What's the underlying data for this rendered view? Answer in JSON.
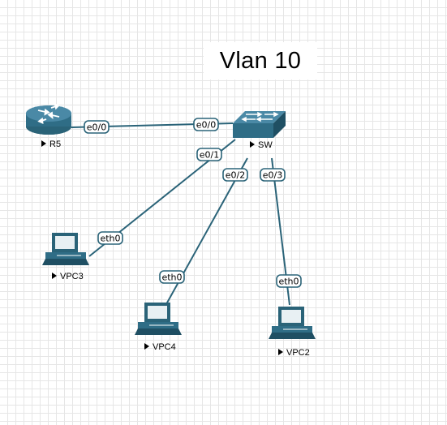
{
  "title": "Vlan 10",
  "colors": {
    "link": "#2a6378",
    "device_fill": "#3a7a96",
    "device_dark": "#1f4f63"
  },
  "nodes": {
    "r5": {
      "label": "R5",
      "icon": "router-icon"
    },
    "sw": {
      "label": "SW",
      "icon": "switch-icon"
    },
    "vpc3": {
      "label": "VPC3",
      "icon": "pc-icon"
    },
    "vpc4": {
      "label": "VPC4",
      "icon": "pc-icon"
    },
    "vpc2": {
      "label": "VPC2",
      "icon": "pc-icon"
    }
  },
  "links": [
    {
      "from": "R5",
      "from_port": "e0/0",
      "to": "SW",
      "to_port": "e0/0"
    },
    {
      "from": "SW",
      "from_port": "e0/1",
      "to": "VPC3",
      "to_port": "eth0"
    },
    {
      "from": "SW",
      "from_port": "e0/2",
      "to": "VPC4",
      "to_port": "eth0"
    },
    {
      "from": "SW",
      "from_port": "e0/3",
      "to": "VPC2",
      "to_port": "eth0"
    }
  ]
}
